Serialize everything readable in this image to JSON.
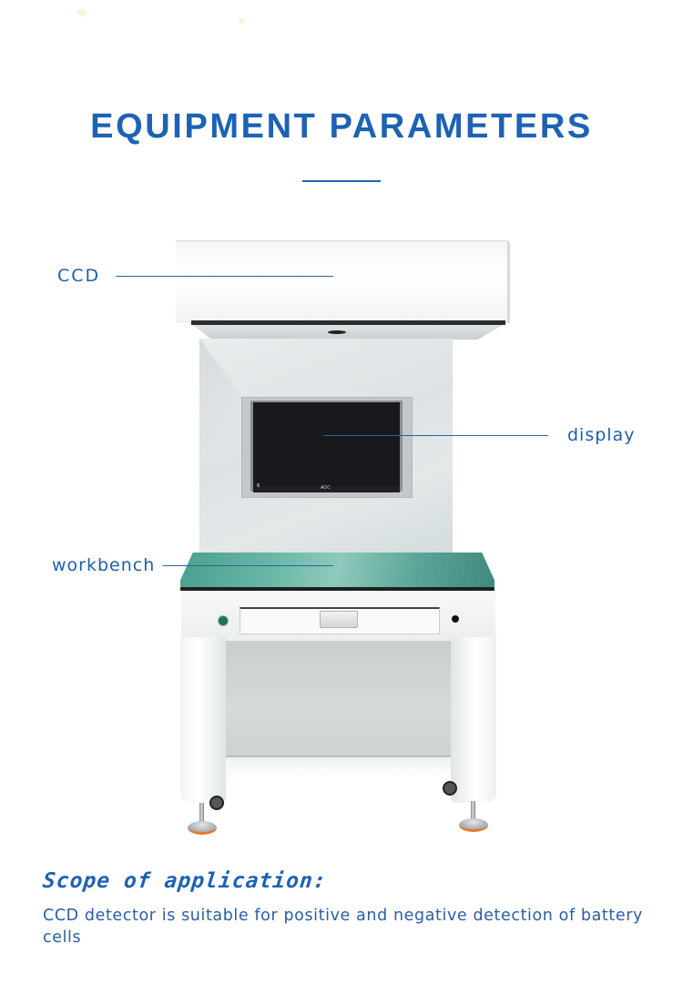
{
  "header": {
    "title": "EQUIPMENT PARAMETERS"
  },
  "callouts": [
    {
      "label": "CCD",
      "target": "camera hood"
    },
    {
      "label": "display",
      "target": "monitor"
    },
    {
      "label": "workbench",
      "target": "bench top"
    }
  ],
  "monitor": {
    "brand": "AOC"
  },
  "scope": {
    "heading": "Scope of application:",
    "description": "CCD detector is suitable for positive and negative detection of battery cells"
  },
  "colors": {
    "accent": "#1d62b4",
    "label_text": "#1f5fa8",
    "leader_line": "#2a64a0",
    "background": "#ffffff"
  }
}
